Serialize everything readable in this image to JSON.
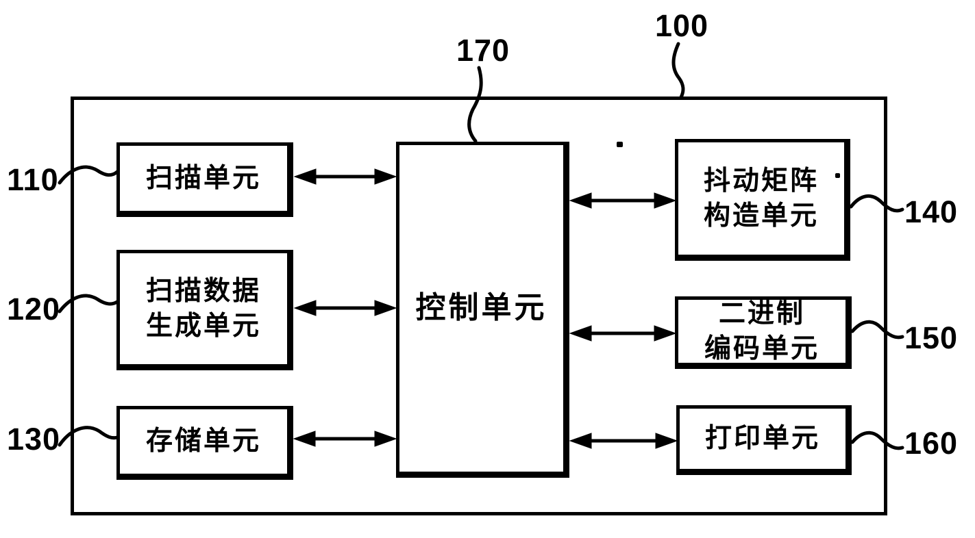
{
  "figure": {
    "type": "block-diagram",
    "outer_ref": "100",
    "colors": {
      "ink": "#000000",
      "background": "#ffffff"
    },
    "center": {
      "ref": "170",
      "label": "控制单元"
    },
    "left_units": [
      {
        "ref": "110",
        "lines": [
          "扫描单元"
        ]
      },
      {
        "ref": "120",
        "lines": [
          "扫描数据",
          "生成单元"
        ]
      },
      {
        "ref": "130",
        "lines": [
          "存储单元"
        ]
      }
    ],
    "right_units": [
      {
        "ref": "140",
        "lines": [
          "抖动矩阵",
          "构造单元"
        ]
      },
      {
        "ref": "150",
        "lines": [
          "二进制",
          "编码单元"
        ]
      },
      {
        "ref": "160",
        "lines": [
          "打印单元"
        ]
      }
    ],
    "connections": [
      "110-170",
      "120-170",
      "130-170",
      "140-170",
      "150-170",
      "160-170"
    ]
  }
}
